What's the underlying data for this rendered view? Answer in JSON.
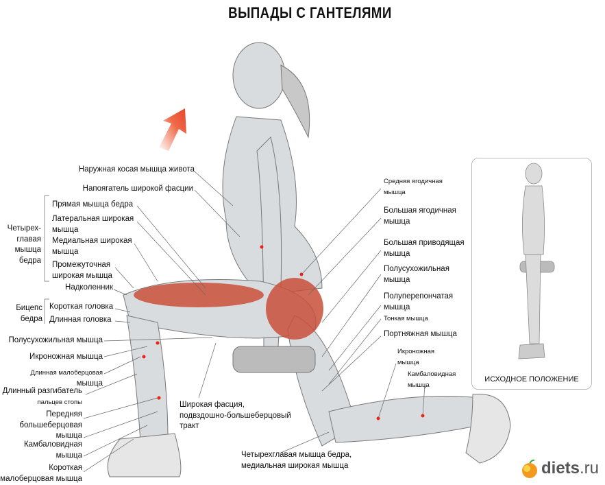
{
  "title": "ВЫПАДЫ С ГАНТЕЛЯМИ",
  "groups": {
    "quadriceps": [
      "Четырех-",
      "главая",
      "мышца",
      "бедра"
    ],
    "biceps": [
      "Бицепс",
      "бедра"
    ]
  },
  "left_labels": [
    [
      "Наружная косая мышца живота"
    ],
    [
      "Напоягатель широкой фасции"
    ],
    [
      "Прямая мышца бедра"
    ],
    [
      "Латеральная широкая",
      "мышца"
    ],
    [
      "Медиальная широкая",
      "мышца"
    ],
    [
      "Промежуточная",
      "широкая мышца"
    ],
    [
      "Надколенник"
    ],
    [
      "Короткая головка"
    ],
    [
      "Длинная головка"
    ],
    [
      "Полусухожильная мышца"
    ],
    [
      "Икроножная мышца"
    ],
    [
      "Длинная малоберцовая",
      "мышца"
    ],
    [
      "Длинный разгибатель",
      "пальцев стопы"
    ],
    [
      "Передняя",
      "большеберцовая",
      "мышца"
    ],
    [
      "Камбаловидная",
      "мышца"
    ],
    [
      "Короткая",
      "малоберцовая мышца"
    ]
  ],
  "center_labels": [
    [
      "Широкая фасция,",
      "подвздошно-большеберцовый",
      "тракт"
    ],
    [
      "Четырехглавая мышца бедра,",
      "медиальная широкая мышца"
    ]
  ],
  "right_labels": [
    [
      "Средняя ягодичная",
      "мышца"
    ],
    [
      "Большая ягодичная",
      "мышца"
    ],
    [
      "Большая приводящая",
      "мышца"
    ],
    [
      "Полусухожильная",
      "мышца"
    ],
    [
      "Полуперепончатая",
      "мышца"
    ],
    [
      "Тонкая мышца"
    ],
    [
      "Портняжная мышца"
    ],
    [
      "Икроножная",
      "мышца"
    ],
    [
      "Камбаловидная",
      "мышца"
    ]
  ],
  "inset_caption": "ИСХОДНОЕ ПОЛОЖЕНИЕ",
  "logo": {
    "name": "diets",
    "tld": ".ru"
  },
  "colors": {
    "arrow": "#e8442a",
    "muscle": "#c9503a",
    "figure": "#c9ccd0"
  }
}
